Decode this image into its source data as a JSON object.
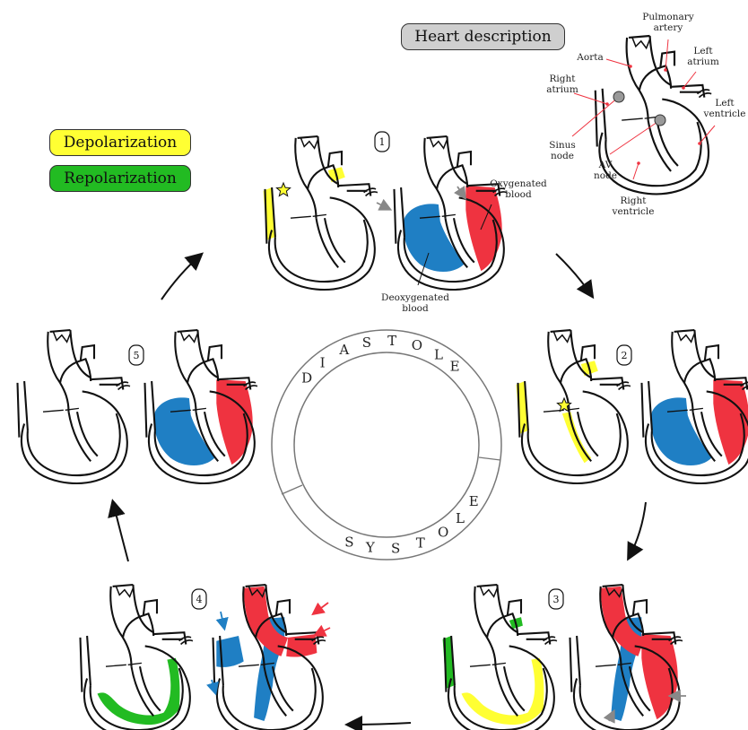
{
  "legend": {
    "depolarization": {
      "label": "Depolarization",
      "color": "#ffff33"
    },
    "repolarization": {
      "label": "Repolarization",
      "color": "#22bb22"
    }
  },
  "heart_description": {
    "button_label": "Heart description",
    "labels": {
      "pulmonary_artery": [
        "Pulmonary",
        "artery"
      ],
      "aorta": "Aorta",
      "left_atrium": [
        "Left",
        "atrium"
      ],
      "right_atrium": [
        "Right",
        "atrium"
      ],
      "left_ventricle": [
        "Left",
        "ventricle"
      ],
      "sinus_node": [
        "Sinus",
        "node"
      ],
      "av_node": [
        "AV",
        "node"
      ],
      "right_ventricle": [
        "Right",
        "ventricle"
      ]
    }
  },
  "blood": {
    "oxygenated": {
      "label": [
        "Oxygenated",
        "blood"
      ],
      "color": "#ef3340"
    },
    "deoxygenated": {
      "label": [
        "Deoxygenated",
        "blood"
      ],
      "color": "#1f7fc4"
    }
  },
  "steps": [
    "1",
    "2",
    "3",
    "4",
    "5"
  ],
  "cycle": {
    "diastole_letters": [
      "D",
      "I",
      "A",
      "S",
      "T",
      "O",
      "L",
      "E"
    ],
    "systole_letters": [
      "S",
      "Y",
      "S",
      "T",
      "O",
      "L",
      "E"
    ]
  },
  "colors": {
    "outline": "#111111",
    "arrow": "#111111",
    "gray_arrow": "#888888",
    "node": "#999999",
    "ring": "#777777"
  }
}
